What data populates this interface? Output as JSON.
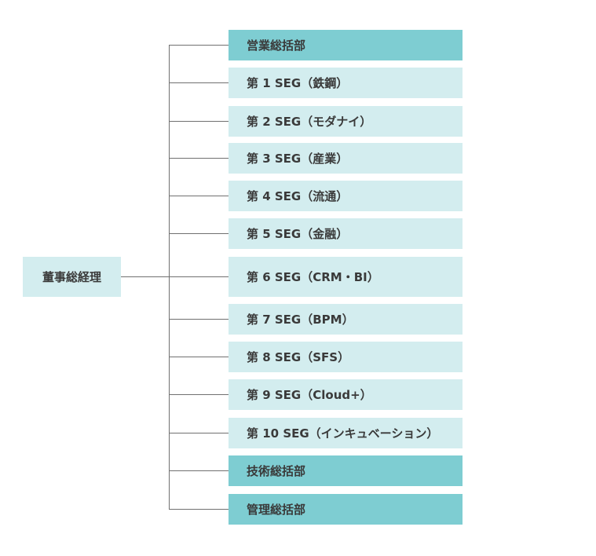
{
  "chart": {
    "root": {
      "label": "董事総経理"
    },
    "departments": [
      {
        "label": "営業総括部",
        "style": "dark"
      },
      {
        "label": "第 1 SEG（鉄鋼）",
        "style": "light"
      },
      {
        "label": "第 2 SEG（モダナイ）",
        "style": "light"
      },
      {
        "label": "第 3 SEG（産業）",
        "style": "light"
      },
      {
        "label": "第 4 SEG（流通）",
        "style": "light"
      },
      {
        "label": "第 5 SEG（金融）",
        "style": "light"
      },
      {
        "label": "第 6 SEG（CRM・BI）",
        "style": "light"
      },
      {
        "label": "第 7 SEG（BPM）",
        "style": "light"
      },
      {
        "label": "第 8 SEG（SFS）",
        "style": "light"
      },
      {
        "label": "第 9 SEG（Cloud+）",
        "style": "light"
      },
      {
        "label": "第 10 SEG（インキュベーション）",
        "style": "light"
      },
      {
        "label": "技術総括部",
        "style": "dark"
      },
      {
        "label": "管理総括部",
        "style": "dark"
      }
    ]
  },
  "colors": {
    "dark_box": "#7ecdd2",
    "light_box": "#d3edef",
    "connector": "#707070",
    "text": "#3a3a3a"
  }
}
